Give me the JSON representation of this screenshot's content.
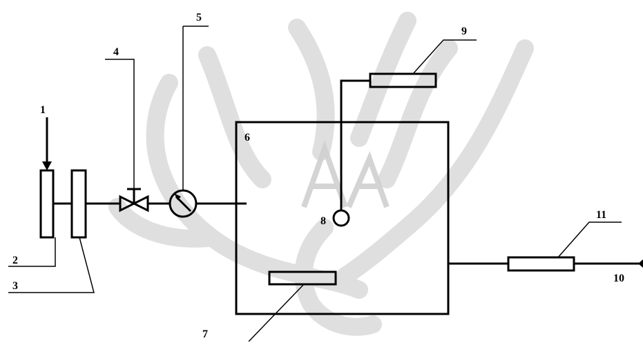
{
  "colors": {
    "line": "#000000",
    "watermark": "#d9d9d9",
    "background": "#ffffff"
  },
  "watermark": {
    "icon": "flame-logo-watermark"
  },
  "labels": {
    "l1": "1",
    "l2": "2",
    "l3": "3",
    "l4": "4",
    "l5": "5",
    "l6": "6",
    "l7": "7",
    "l8": "8",
    "l9": "9",
    "l10": "10",
    "l11": "11"
  }
}
